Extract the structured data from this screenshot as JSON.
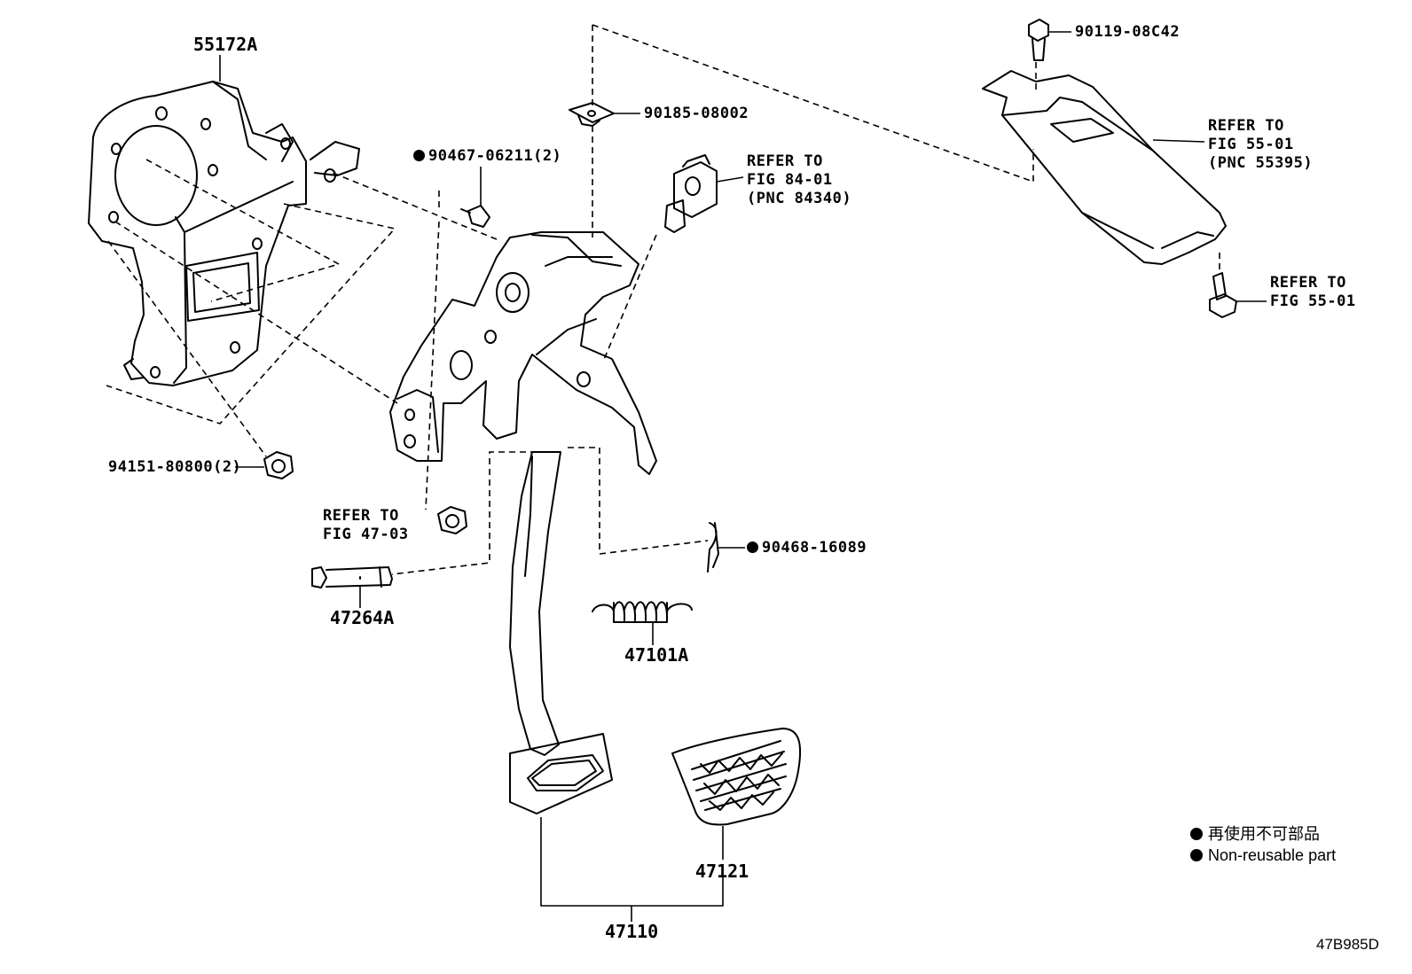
{
  "figure_id": "47B985D",
  "parts": {
    "bracket": "55172A",
    "nut_bracket": "94151-80800(2)",
    "clip_upper": "90467-06211(2)",
    "clip_nut": "90185-08002",
    "pin": "47264A",
    "spring": "47101A",
    "cotter_pin": "90468-16089",
    "pedal_pad": "47121",
    "pedal_assy": "47110",
    "bolt_top": "90119-08C42"
  },
  "refs": {
    "switch": [
      "REFER TO",
      "FIG 84-01",
      "(PNC 84340)"
    ],
    "cover": [
      "REFER TO",
      "FIG 55-01",
      "(PNC 55395)"
    ],
    "cover_bolt": [
      "REFER TO",
      "FIG 55-01"
    ],
    "nut_lower": [
      "REFER TO",
      "FIG 47-03"
    ]
  },
  "legend": {
    "jp": "再使用不可部品",
    "en": "Non-reusable part"
  }
}
